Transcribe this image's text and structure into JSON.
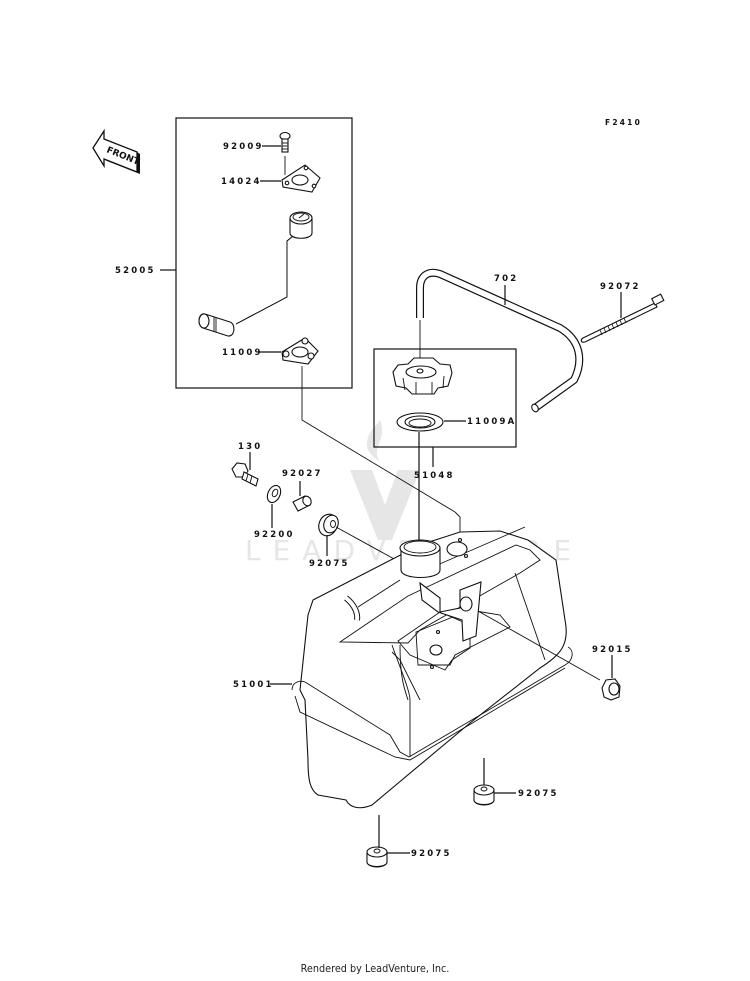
{
  "diagram": {
    "figure_code": "F2410",
    "front_arrow_label": "FRONT",
    "watermark": "LEADVENTURE",
    "parts": [
      {
        "id": "p92009",
        "number": "92009",
        "name": "screw"
      },
      {
        "id": "p14024",
        "number": "14024",
        "name": "plate"
      },
      {
        "id": "p52005",
        "number": "52005",
        "name": "fuel-gauge-sender-assembly"
      },
      {
        "id": "p11009",
        "number": "11009",
        "name": "gasket"
      },
      {
        "id": "p702",
        "number": "702",
        "name": "breather-hose"
      },
      {
        "id": "p92072",
        "number": "92072",
        "name": "cable-tie"
      },
      {
        "id": "p11009A",
        "number": "11009A",
        "name": "cap-gasket"
      },
      {
        "id": "p51048",
        "number": "51048",
        "name": "fuel-cap-assembly"
      },
      {
        "id": "p130",
        "number": "130",
        "name": "flange-bolt"
      },
      {
        "id": "p92027",
        "number": "92027",
        "name": "collar"
      },
      {
        "id": "p92200",
        "number": "92200",
        "name": "washer"
      },
      {
        "id": "p92075a",
        "number": "92075",
        "name": "grommet"
      },
      {
        "id": "p92015",
        "number": "92015",
        "name": "nut"
      },
      {
        "id": "p51001",
        "number": "51001",
        "name": "fuel-tank"
      },
      {
        "id": "p92075b",
        "number": "92075",
        "name": "grommet"
      },
      {
        "id": "p92075c",
        "number": "92075",
        "name": "grommet"
      }
    ]
  },
  "footer": {
    "text": "Rendered by LeadVenture, Inc."
  }
}
